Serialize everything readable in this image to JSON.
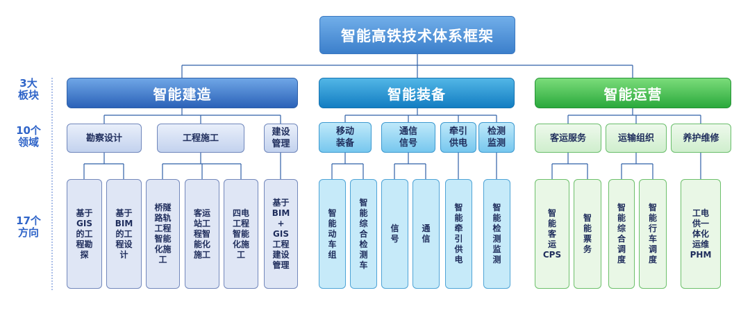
{
  "root": "智能高铁技术体系框架",
  "side_labels": {
    "sectors": "3大\n板块",
    "fields": "10个\n领域",
    "directions": "17个\n方向"
  },
  "sectors": [
    {
      "label": "智能建造",
      "style": "build",
      "fields": [
        {
          "label": "勘察设计",
          "directions": [
            "基于\nGIS\n的工\n程勘\n探",
            "基于\nBIM\n的工\n程设\n计"
          ]
        },
        {
          "label": "工程施工",
          "directions": [
            "桥隧\n路轨\n工程\n智能\n化施\n工",
            "客运\n站工\n程智\n能化\n施工",
            "四电\n工程\n智能\n化施\n工"
          ]
        },
        {
          "label": "建设\n管理",
          "directions": [
            "基于\nBIM\n+\nGIS\n工程\n建设\n管理"
          ]
        }
      ]
    },
    {
      "label": "智能装备",
      "style": "equip",
      "fields": [
        {
          "label": "移动\n装备",
          "directions": [
            "智\n能\n动\n车\n组",
            "智\n能\n综\n合\n检\n测\n车"
          ]
        },
        {
          "label": "通信\n信号",
          "directions": [
            "信\n号",
            "通\n信"
          ]
        },
        {
          "label": "牵引\n供电",
          "directions": [
            "智\n能\n牵\n引\n供\n电"
          ]
        },
        {
          "label": "检测\n监测",
          "directions": [
            "智\n能\n检\n测\n监\n测"
          ]
        }
      ]
    },
    {
      "label": "智能运营",
      "style": "ops",
      "fields": [
        {
          "label": "客运服务",
          "directions": [
            "智\n能\n客\n运\nCPS",
            "智\n能\n票\n务"
          ]
        },
        {
          "label": "运输组织",
          "directions": [
            "智\n能\n综\n合\n调\n度",
            "智\n能\n行\n车\n调\n度"
          ]
        },
        {
          "label": "养护维修",
          "directions": [
            "工电\n供一\n体化\n运维\nPHM"
          ]
        }
      ]
    }
  ],
  "colors": {
    "line": "#2f5fa6",
    "build": "#2b62b8",
    "equip": "#127dc2",
    "ops": "#2aa93c"
  }
}
